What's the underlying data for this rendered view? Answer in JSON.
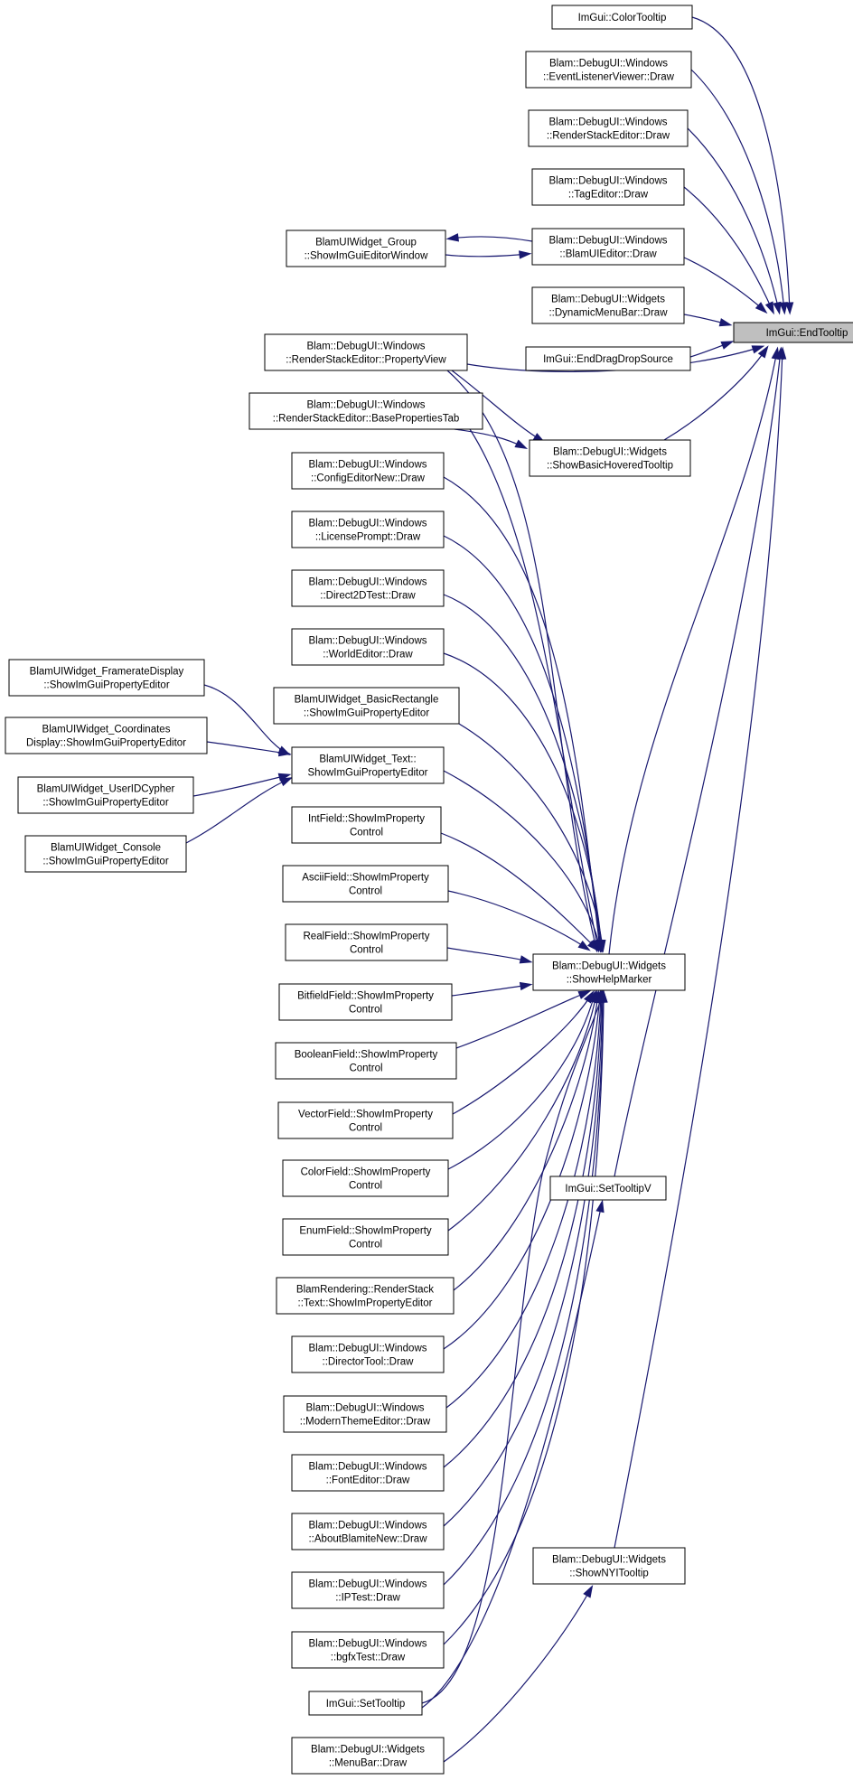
{
  "graph": {
    "colors": {
      "edge": "#191970",
      "node_border": "#000000",
      "highlight_fill": "#bfbfbf",
      "background": "#ffffff"
    },
    "nodes": [
      {
        "id": "endtooltip",
        "lines": [
          "ImGui::EndTooltip"
        ],
        "highlight": true
      },
      {
        "id": "colortooltip",
        "lines": [
          "ImGui::ColorTooltip"
        ]
      },
      {
        "id": "eventlistener",
        "lines": [
          "Blam::DebugUI::Windows",
          "::EventListenerViewer::Draw"
        ]
      },
      {
        "id": "renderstackeditor",
        "lines": [
          "Blam::DebugUI::Windows",
          "::RenderStackEditor::Draw"
        ]
      },
      {
        "id": "tageditor",
        "lines": [
          "Blam::DebugUI::Windows",
          "::TagEditor::Draw"
        ]
      },
      {
        "id": "blamuieditor",
        "lines": [
          "Blam::DebugUI::Windows",
          "::BlamUIEditor::Draw"
        ]
      },
      {
        "id": "widgetgroup",
        "lines": [
          "BlamUIWidget_Group",
          "::ShowImGuiEditorWindow"
        ]
      },
      {
        "id": "dynamicmenubar",
        "lines": [
          "Blam::DebugUI::Widgets",
          "::DynamicMenuBar::Draw"
        ]
      },
      {
        "id": "enddragdrop",
        "lines": [
          "ImGui::EndDragDropSource"
        ]
      },
      {
        "id": "propertyview",
        "lines": [
          "Blam::DebugUI::Windows",
          "::RenderStackEditor::PropertyView"
        ]
      },
      {
        "id": "basepropertiestab",
        "lines": [
          "Blam::DebugUI::Windows",
          "::RenderStackEditor::BasePropertiesTab"
        ]
      },
      {
        "id": "showbasichovered",
        "lines": [
          "Blam::DebugUI::Widgets",
          "::ShowBasicHoveredTooltip"
        ]
      },
      {
        "id": "configeditornew",
        "lines": [
          "Blam::DebugUI::Windows",
          "::ConfigEditorNew::Draw"
        ]
      },
      {
        "id": "licenseprompt",
        "lines": [
          "Blam::DebugUI::Windows",
          "::LicensePrompt::Draw"
        ]
      },
      {
        "id": "direct2dtest",
        "lines": [
          "Blam::DebugUI::Windows",
          "::Direct2DTest::Draw"
        ]
      },
      {
        "id": "worldeditor",
        "lines": [
          "Blam::DebugUI::Windows",
          "::WorldEditor::Draw"
        ]
      },
      {
        "id": "basicrectangle",
        "lines": [
          "BlamUIWidget_BasicRectangle",
          "::ShowImGuiPropertyEditor"
        ]
      },
      {
        "id": "widgettext",
        "lines": [
          "BlamUIWidget_Text::",
          "ShowImGuiPropertyEditor"
        ]
      },
      {
        "id": "framerate",
        "lines": [
          "BlamUIWidget_FramerateDisplay",
          "::ShowImGuiPropertyEditor"
        ]
      },
      {
        "id": "coordinates",
        "lines": [
          "BlamUIWidget_Coordinates",
          "Display::ShowImGuiPropertyEditor"
        ]
      },
      {
        "id": "useridcypher",
        "lines": [
          "BlamUIWidget_UserIDCypher",
          "::ShowImGuiPropertyEditor"
        ]
      },
      {
        "id": "console",
        "lines": [
          "BlamUIWidget_Console",
          "::ShowImGuiPropertyEditor"
        ]
      },
      {
        "id": "intfield",
        "lines": [
          "IntField::ShowImProperty",
          "Control"
        ]
      },
      {
        "id": "asciifield",
        "lines": [
          "AsciiField::ShowImProperty",
          "Control"
        ]
      },
      {
        "id": "realfield",
        "lines": [
          "RealField::ShowImProperty",
          "Control"
        ]
      },
      {
        "id": "bitfieldfield",
        "lines": [
          "BitfieldField::ShowImProperty",
          "Control"
        ]
      },
      {
        "id": "booleanfield",
        "lines": [
          "BooleanField::ShowImProperty",
          "Control"
        ]
      },
      {
        "id": "vectorfield",
        "lines": [
          "VectorField::ShowImProperty",
          "Control"
        ]
      },
      {
        "id": "colorfield",
        "lines": [
          "ColorField::ShowImProperty",
          "Control"
        ]
      },
      {
        "id": "enumfield",
        "lines": [
          "EnumField::ShowImProperty",
          "Control"
        ]
      },
      {
        "id": "renderstacktext",
        "lines": [
          "BlamRendering::RenderStack",
          "::Text::ShowImPropertyEditor"
        ]
      },
      {
        "id": "directortool",
        "lines": [
          "Blam::DebugUI::Windows",
          "::DirectorTool::Draw"
        ]
      },
      {
        "id": "moderntheme",
        "lines": [
          "Blam::DebugUI::Windows",
          "::ModernThemeEditor::Draw"
        ]
      },
      {
        "id": "fonteditor",
        "lines": [
          "Blam::DebugUI::Windows",
          "::FontEditor::Draw"
        ]
      },
      {
        "id": "aboutblamite",
        "lines": [
          "Blam::DebugUI::Windows",
          "::AboutBlamiteNew::Draw"
        ]
      },
      {
        "id": "iptest",
        "lines": [
          "Blam::DebugUI::Windows",
          "::IPTest::Draw"
        ]
      },
      {
        "id": "bgfxtest",
        "lines": [
          "Blam::DebugUI::Windows",
          "::bgfxTest::Draw"
        ]
      },
      {
        "id": "settooltip",
        "lines": [
          "ImGui::SetTooltip"
        ]
      },
      {
        "id": "menubar",
        "lines": [
          "Blam::DebugUI::Widgets",
          "::MenuBar::Draw"
        ]
      },
      {
        "id": "showhelpmarker",
        "lines": [
          "Blam::DebugUI::Widgets",
          "::ShowHelpMarker"
        ]
      },
      {
        "id": "settooltipv",
        "lines": [
          "ImGui::SetTooltipV"
        ]
      },
      {
        "id": "shownyitooltip",
        "lines": [
          "Blam::DebugUI::Widgets",
          "::ShowNYITooltip"
        ]
      }
    ],
    "edges": [
      {
        "from": "colortooltip",
        "to": "endtooltip"
      },
      {
        "from": "eventlistener",
        "to": "endtooltip"
      },
      {
        "from": "renderstackeditor",
        "to": "endtooltip"
      },
      {
        "from": "tageditor",
        "to": "endtooltip"
      },
      {
        "from": "blamuieditor",
        "to": "endtooltip"
      },
      {
        "from": "blamuieditor",
        "to": "widgetgroup"
      },
      {
        "from": "widgetgroup",
        "to": "blamuieditor"
      },
      {
        "from": "dynamicmenubar",
        "to": "endtooltip"
      },
      {
        "from": "enddragdrop",
        "to": "endtooltip"
      },
      {
        "from": "propertyview",
        "to": "endtooltip"
      },
      {
        "from": "showbasichovered",
        "to": "endtooltip"
      },
      {
        "from": "showhelpmarker",
        "to": "endtooltip"
      },
      {
        "from": "settooltipv",
        "to": "endtooltip"
      },
      {
        "from": "shownyitooltip",
        "to": "endtooltip"
      },
      {
        "from": "basepropertiestab",
        "to": "showbasichovered"
      },
      {
        "from": "propertyview",
        "to": "showbasichovered"
      },
      {
        "from": "propertyview",
        "to": "showhelpmarker"
      },
      {
        "from": "basepropertiestab",
        "to": "showhelpmarker"
      },
      {
        "from": "configeditornew",
        "to": "showhelpmarker"
      },
      {
        "from": "licenseprompt",
        "to": "showhelpmarker"
      },
      {
        "from": "direct2dtest",
        "to": "showhelpmarker"
      },
      {
        "from": "worldeditor",
        "to": "showhelpmarker"
      },
      {
        "from": "basicrectangle",
        "to": "showhelpmarker"
      },
      {
        "from": "widgettext",
        "to": "showhelpmarker"
      },
      {
        "from": "framerate",
        "to": "widgettext"
      },
      {
        "from": "coordinates",
        "to": "widgettext"
      },
      {
        "from": "useridcypher",
        "to": "widgettext"
      },
      {
        "from": "console",
        "to": "widgettext"
      },
      {
        "from": "intfield",
        "to": "showhelpmarker"
      },
      {
        "from": "asciifield",
        "to": "showhelpmarker"
      },
      {
        "from": "realfield",
        "to": "showhelpmarker"
      },
      {
        "from": "bitfieldfield",
        "to": "showhelpmarker"
      },
      {
        "from": "booleanfield",
        "to": "showhelpmarker"
      },
      {
        "from": "vectorfield",
        "to": "showhelpmarker"
      },
      {
        "from": "colorfield",
        "to": "showhelpmarker"
      },
      {
        "from": "enumfield",
        "to": "showhelpmarker"
      },
      {
        "from": "renderstacktext",
        "to": "showhelpmarker"
      },
      {
        "from": "directortool",
        "to": "showhelpmarker"
      },
      {
        "from": "moderntheme",
        "to": "showhelpmarker"
      },
      {
        "from": "fonteditor",
        "to": "showhelpmarker"
      },
      {
        "from": "aboutblamite",
        "to": "showhelpmarker"
      },
      {
        "from": "iptest",
        "to": "showhelpmarker"
      },
      {
        "from": "bgfxtest",
        "to": "showhelpmarker"
      },
      {
        "from": "settooltip",
        "to": "showhelpmarker"
      },
      {
        "from": "settooltip",
        "to": "settooltipv"
      },
      {
        "from": "menubar",
        "to": "shownyitooltip"
      }
    ]
  }
}
